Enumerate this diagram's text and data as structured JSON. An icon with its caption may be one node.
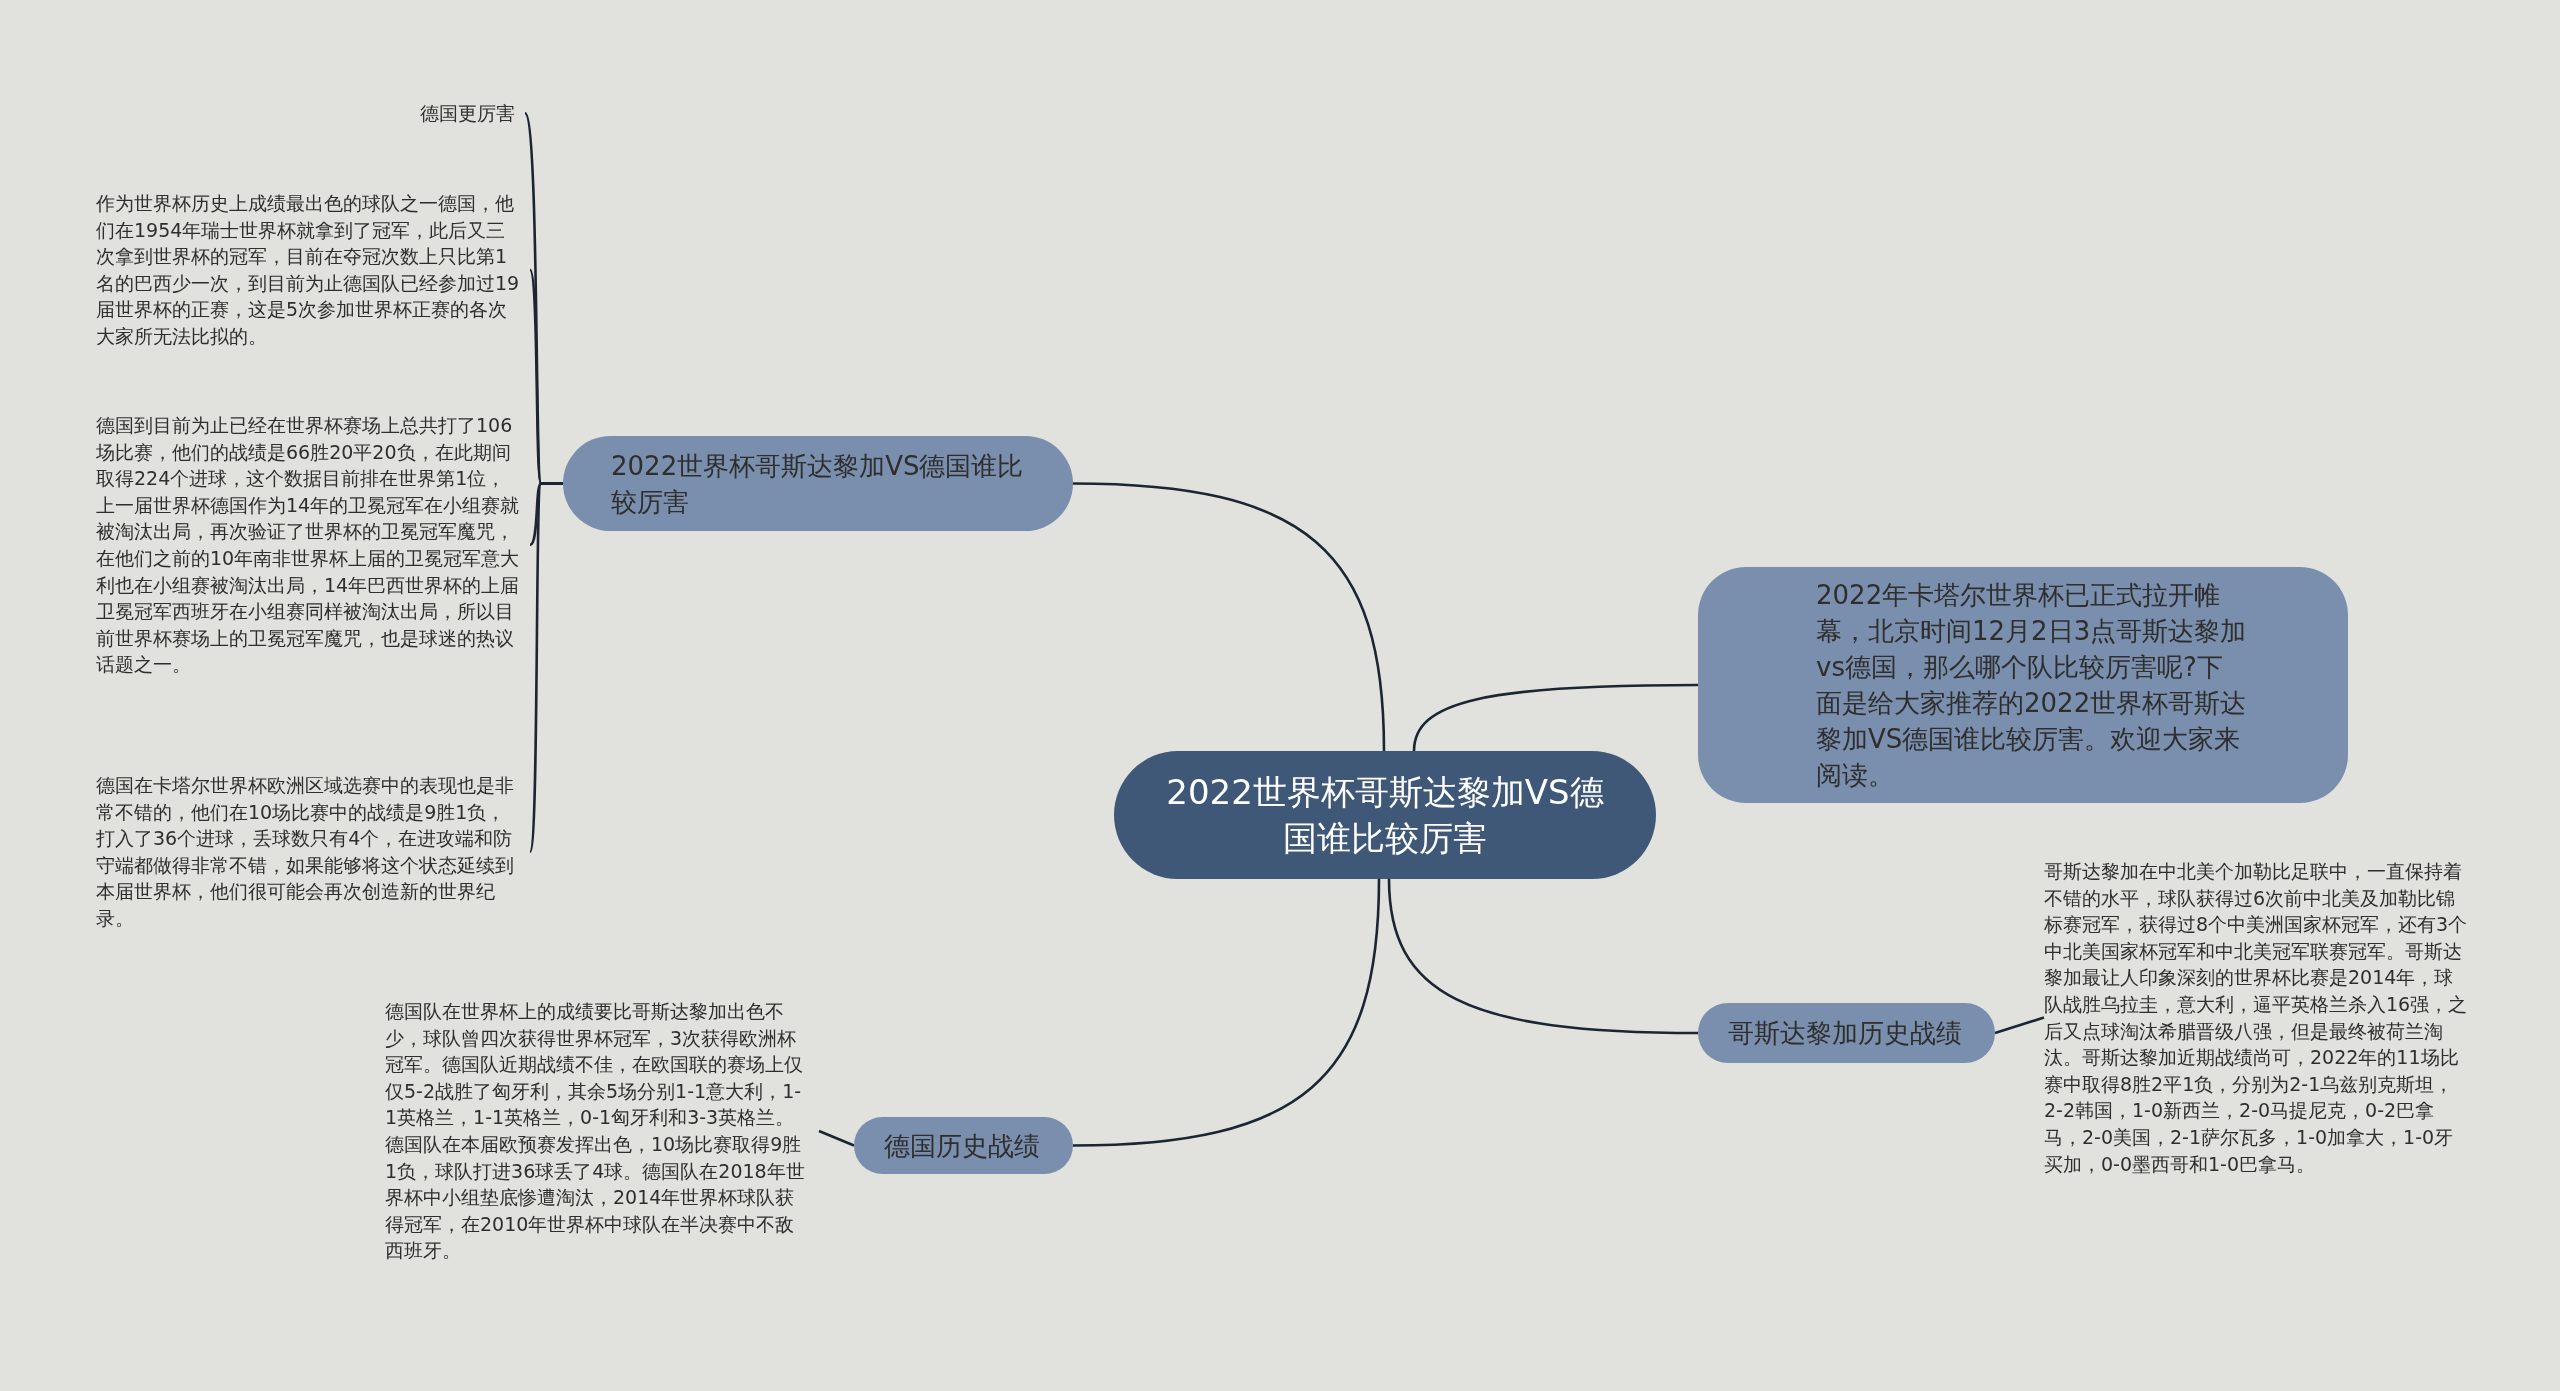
{
  "diagram": {
    "nodes": [
      {
        "text": [
          "2022世界杯哥斯达黎加VS德国谁比较厉害"
        ]
      },
      {
        "text": [
          "2022世界杯哥斯达黎加VS德国谁比较厉害"
        ]
      },
      {
        "text": [
          "德国更厉害"
        ]
      },
      {
        "text": [
          "作为世界杯历史上成绩最出色的球队之一德国，他们在1954年瑞士世界杯就拿到了冠军，此后又三次拿到世界杯的冠军，目前在夺冠次数上只比第1名的巴西少一次，到目前为止德国队已经参加过19届世界杯的正赛，这是5次参加世界杯正赛的各次大家所无法比拟的。"
        ]
      },
      {
        "text": [
          "德国到目前为止已经在世界杯赛场上总共打了106场比赛，他们的战绩是66胜20平20负，在此期间取得224个进球，这个数据目前排在世界第1位，上一届世界杯德国作为14年的卫冕冠军在小组赛就被淘汰出局，再次验证了世界杯的卫冕冠军魔咒，在他们之前的10年南非世界杯上届的卫冕冠军意大利也在小组赛被淘汰出局，14年巴西世界杯的上届卫冕冠军西班牙在小组赛同样被淘汰出局，所以目前世界杯赛场上的卫冕冠军魔咒，也是球迷的热议话题之一。"
        ]
      },
      {
        "text": [
          "德国在卡塔尔世界杯欧洲区域选赛中的表现也是非常不错的，他们在10场比赛中的战绩是9胜1负，打入了36个进球，丢球数只有4个，在进攻端和防守端都做得非常不错，如果能够将这个状态延续到本届世界杯，他们很可能会再次创造新的世界纪录。"
        ]
      },
      {
        "text": [
          "2022年卡塔尔世界杯已正式拉开帷幕，北京时间12月2日3点哥斯达黎加vs德国，那么哪个队比较厉害呢?下面是给大家推荐的2022世界杯哥斯达黎加VS德国谁比较厉害。欢迎大家来阅读。"
        ]
      },
      {
        "text": [
          "哥斯达黎加历史战绩"
        ]
      },
      {
        "text": [
          "哥斯达黎加在中北美个加勒比足联中，一直保持着不错的水平，球队获得过6次前中北美及加勒比锦标赛冠军，获得过8个中美洲国家杯冠军，还有3个中北美国家杯冠军和中北美冠军联赛冠军。哥斯达黎加最让人印象深刻的世界杯比赛是2014年，球队战胜乌拉圭，意大利，逼平英格兰杀入16强，之后又点球淘汰希腊晋级八强，但是最终被荷兰淘汰。哥斯达黎加近期战绩尚可，2022年的11场比赛中取得8胜2平1负，分别为2-1乌兹别克斯坦，2-2韩国，1-0新西兰，2-0马提尼克，0-2巴拿马，2-0美国，2-1萨尔瓦多，1-0加拿大，1-0牙买加，0-0墨西哥和1-0巴拿马。"
        ]
      },
      {
        "text": [
          "德国历史战绩"
        ]
      },
      {
        "text": [
          "德国队在世界杯上的成绩要比哥斯达黎加出色不少，球队曾四次获得世界杯冠军，3次获得欧洲杯冠军。德国队近期战绩不佳，在欧国联的赛场上仅仅5-2战胜了匈牙利，其余5场分别1-1意大利，1-1英格兰，1-1英格兰，0-1匈牙利和3-3英格兰。德国队在本届欧预赛发挥出色，10场比赛取得9胜1负，球队打进36球丢了4球。德国队在2018年世界杯中小组垫底惨遭淘汰，2014年世界杯球队获得冠军，在2010年世界杯中球队在半决赛中不敌西班牙。"
        ]
      }
    ],
    "edges": [
      {
        "from": 0,
        "to": 1,
        "arrow": "none"
      },
      {
        "from": 1,
        "to": 2,
        "arrow": "none"
      },
      {
        "from": 1,
        "to": 3,
        "arrow": "none"
      },
      {
        "from": 1,
        "to": 4,
        "arrow": "none"
      },
      {
        "from": 1,
        "to": 5,
        "arrow": "none"
      },
      {
        "from": 0,
        "to": 6,
        "arrow": "none"
      },
      {
        "from": 0,
        "to": 7,
        "arrow": "none"
      },
      {
        "from": 7,
        "to": 8,
        "arrow": "none"
      },
      {
        "from": 0,
        "to": 9,
        "arrow": "none"
      },
      {
        "from": 9,
        "to": 10,
        "arrow": "none"
      }
    ]
  }
}
